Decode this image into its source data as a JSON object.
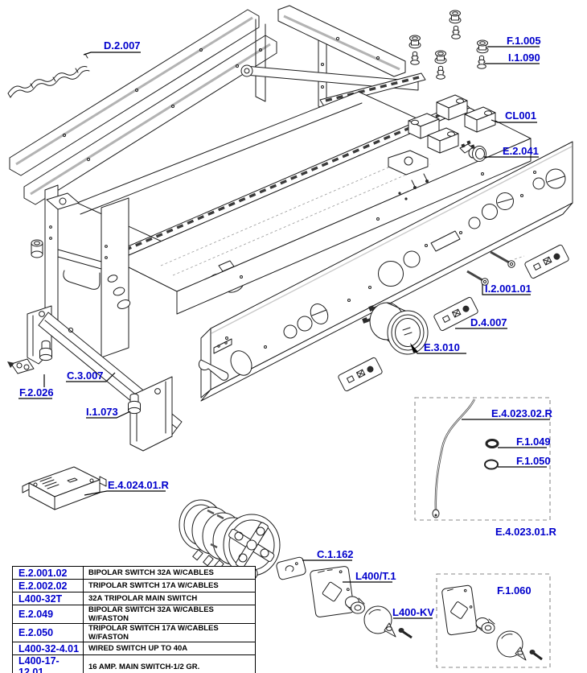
{
  "colors": {
    "accent": "#0000cc",
    "line": "#1c1c1c"
  },
  "callouts": [
    {
      "label": "D.2.007"
    },
    {
      "label": "F.1.005"
    },
    {
      "label": "I.1.090"
    },
    {
      "label": "CL001"
    },
    {
      "label": "E.2.041"
    },
    {
      "label": "I.2.001.01"
    },
    {
      "label": "D.4.007"
    },
    {
      "label": "E.3.010"
    },
    {
      "label": "C.3.007"
    },
    {
      "label": "F.2.026"
    },
    {
      "label": "I.1.073"
    },
    {
      "label": "E.4.024.01.R"
    },
    {
      "label": "E.4.023.02.R"
    },
    {
      "label": "F.1.049"
    },
    {
      "label": "F.1.050"
    },
    {
      "label": "E.4.023.01.R"
    },
    {
      "label": "C.1.162"
    },
    {
      "label": "L400/T.1"
    },
    {
      "label": "L400-KV"
    },
    {
      "label": "F.1.060"
    }
  ],
  "parts_table": {
    "rows": [
      {
        "code": "E.2.001.02",
        "description": "BIPOLAR SWITCH 32A W/CABLES"
      },
      {
        "code": "E.2.002.02",
        "description": "TRIPOLAR SWITCH 17A W/CABLES"
      },
      {
        "code": "L400-32T",
        "description": "32A TRIPOLAR MAIN SWITCH"
      },
      {
        "code": "E.2.049",
        "description": "BIPOLAR SWITCH 32A W/CABLES W/FASTON"
      },
      {
        "code": "E.2.050",
        "description": "TRIPOLAR SWITCH 17A W/CABLES W/FASTON"
      },
      {
        "code": "L400-32-4.01",
        "description": "WIRED SWITCH UP TO 40A"
      },
      {
        "code": "L400-17-12.01",
        "description": "16 AMP. MAIN SWITCH-1/2 GR."
      }
    ]
  }
}
